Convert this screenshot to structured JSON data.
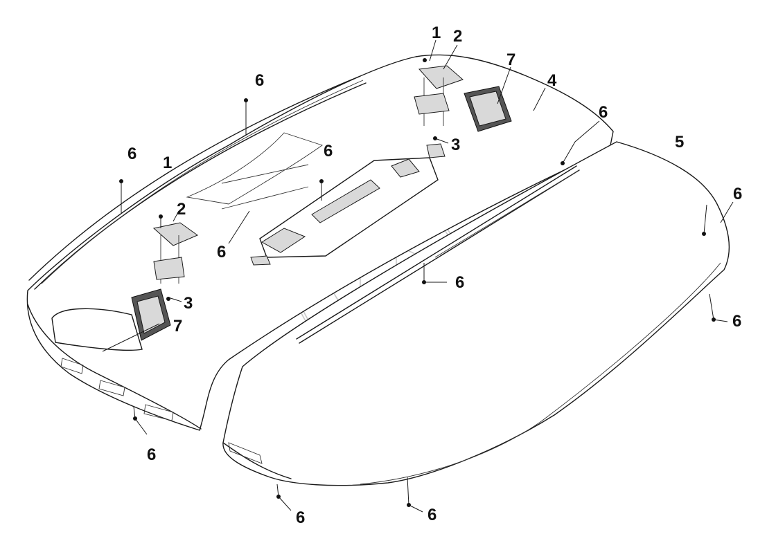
{
  "callouts": {
    "c1_right": "1",
    "c2_right": "2",
    "c7_right": "7",
    "c4": "4",
    "c6_topright": "6",
    "c3_right": "3",
    "c5": "5",
    "c6_farright": "6",
    "c6_center": "6",
    "c6_bottomright": "6",
    "c6_bottom_center": "6",
    "c6_bottom_mid": "6",
    "c6_bottom_left": "6",
    "c6_topleft": "6",
    "c6_left": "6",
    "c1_left": "1",
    "c2_left": "2",
    "c6_mid_left": "6",
    "c6_mid_top": "6",
    "c3_left": "3",
    "c7_left": "7"
  },
  "icons": [
    "watermark-logo"
  ]
}
